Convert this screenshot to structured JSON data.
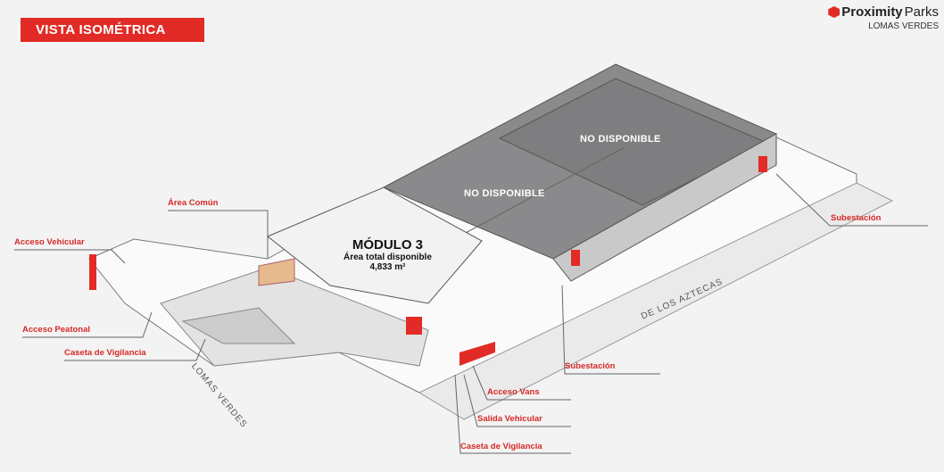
{
  "header": {
    "title": "VISTA ISOMÉTRICA"
  },
  "brand": {
    "name_bold": "Proximity",
    "name_light": "Parks",
    "location": "LOMAS VERDES",
    "color": "#e22b26"
  },
  "module": {
    "name": "MÓDULO 3",
    "area_label": "Área total disponible",
    "area_value": "4,833 m²"
  },
  "unavailable": [
    "NO DISPONIBLE",
    "NO DISPONIBLE"
  ],
  "streets": [
    "DE LOS AZTECAS",
    "LOMAS VERDES"
  ],
  "labels": [
    "Área Común",
    "Acceso Vehicular",
    "Acceso Peatonal",
    "Caseta de Vigilancia",
    "Subestación",
    "Subestación",
    "Acceso Vans",
    "Salida Vehicular",
    "Caseta de Vigilancia"
  ]
}
